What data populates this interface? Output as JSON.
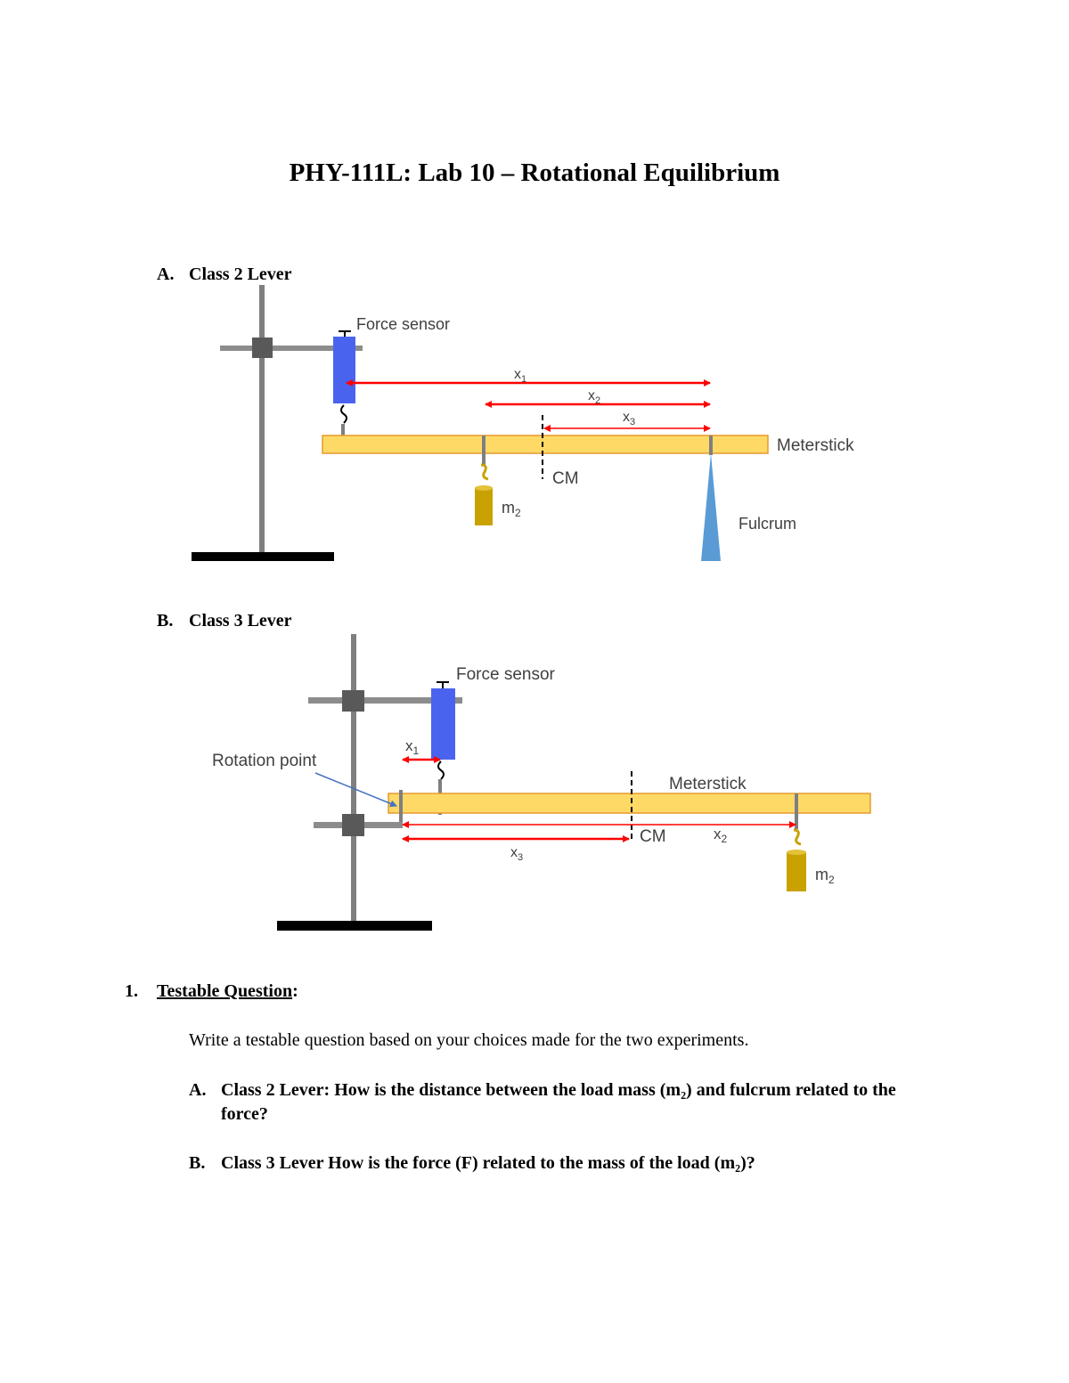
{
  "title": "PHY-111L: Lab 10 – Rotational Equilibrium",
  "section_a": {
    "letter": "A.",
    "label": "Class 2 Lever"
  },
  "section_b": {
    "letter": "B.",
    "label": "Class 3 Lever"
  },
  "diagram_a": {
    "force_sensor": "Force sensor",
    "meterstick": "Meterstick",
    "fulcrum": "Fulcrum",
    "cm": "CM",
    "mass": "m",
    "mass_sub": "2",
    "x": "x",
    "x1_sub": "1",
    "x2_sub": "2",
    "x3_sub": "3"
  },
  "diagram_b": {
    "force_sensor": "Force sensor",
    "meterstick": "Meterstick",
    "rotation_point": "Rotation point",
    "cm": "CM",
    "mass": "m",
    "mass_sub": "2",
    "x": "x",
    "x1_sub": "1",
    "x2_sub": "2",
    "x3_sub": "3"
  },
  "question": {
    "number": "1.",
    "heading": "Testable Question",
    "colon": ":",
    "prompt": "Write a testable question based on your choices made for the two experiments.",
    "answers": [
      {
        "letter": "A.",
        "text": "Class 2 Lever: How is the distance between the load mass (m₂) and fulcrum related to the force?"
      },
      {
        "letter": "B.",
        "text": "Class 3 Lever How is the force (F) related to the mass of the load (m₂)?"
      }
    ]
  },
  "colors": {
    "sensor": "#4a63ef",
    "meterstick": "#ffd966",
    "meterstick_border": "#e69a2e",
    "arrow": "#ff0000",
    "fulcrum": "#5b9bd5",
    "mass": "#c9a100",
    "stand": "#7f7f7f",
    "clamp": "#595959",
    "base": "#000000"
  }
}
